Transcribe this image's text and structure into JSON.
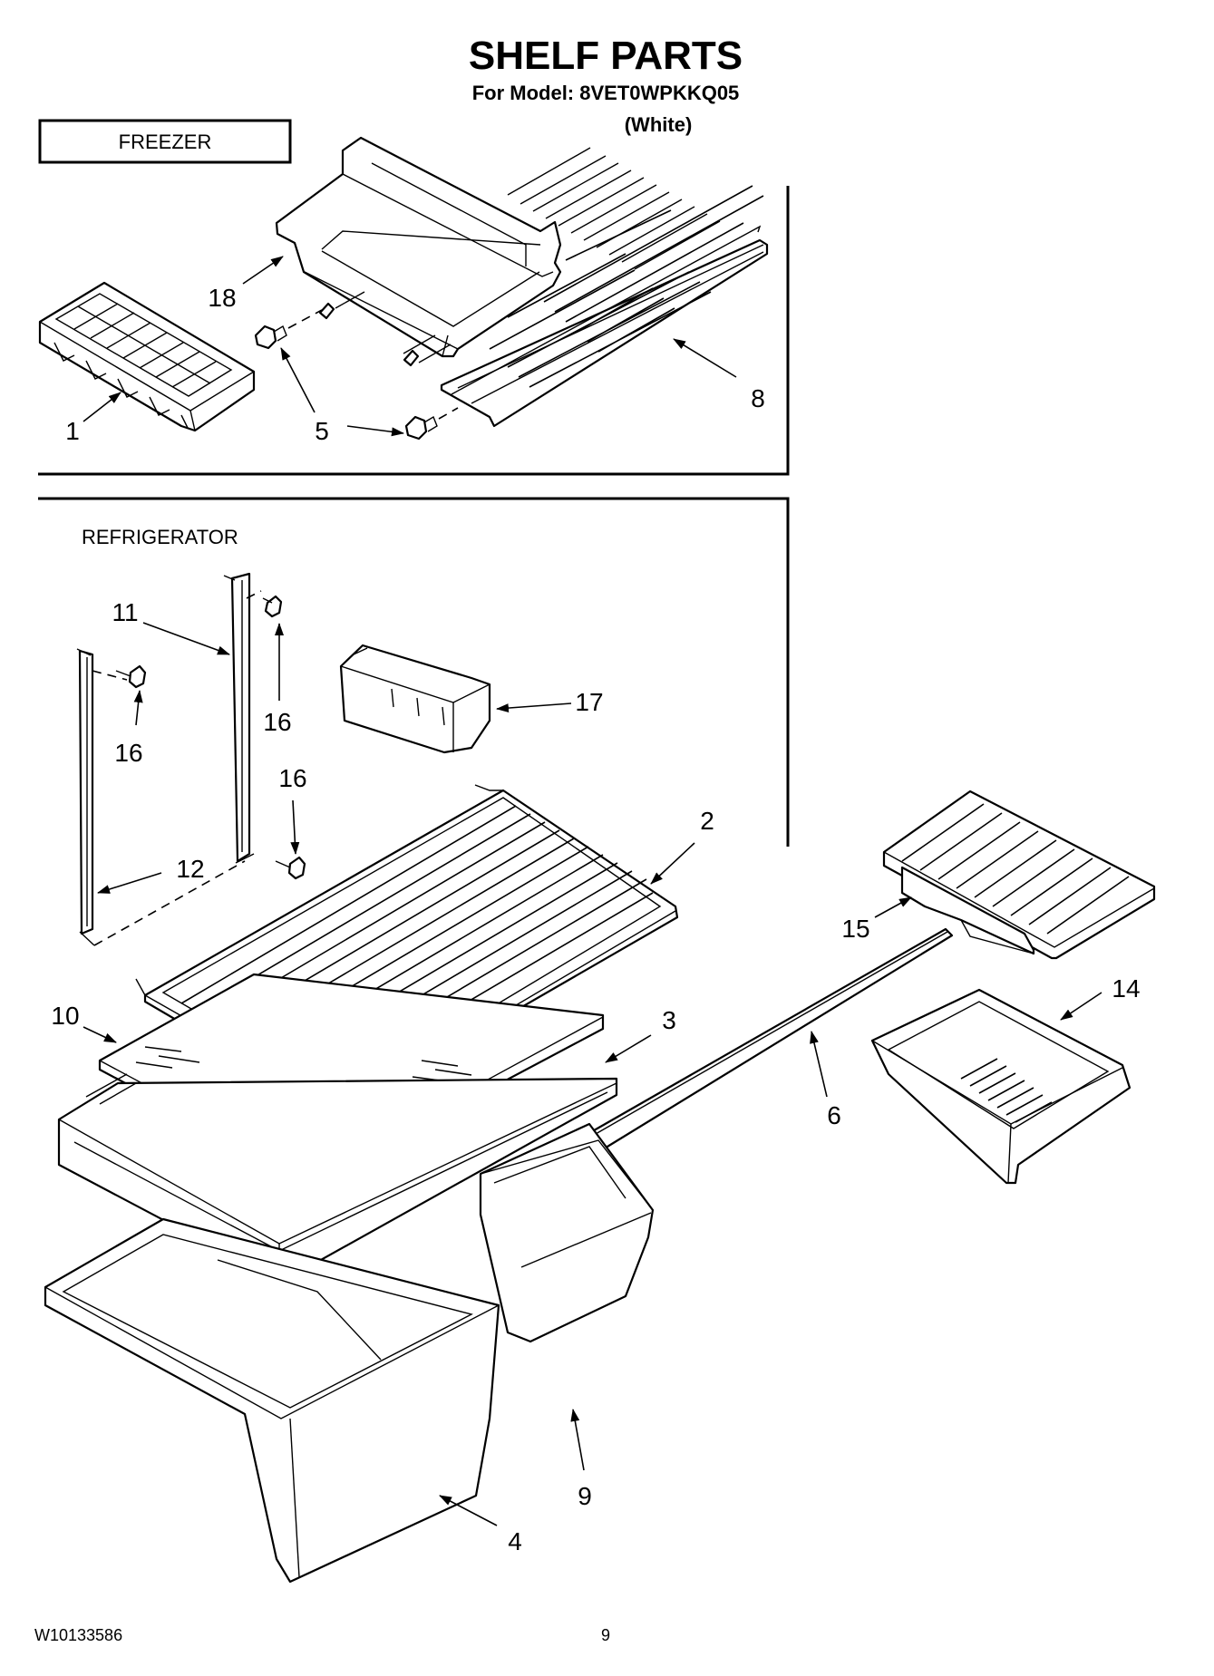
{
  "header": {
    "title": "SHELF PARTS",
    "model_line": "For Model: 8VET0WPKKQ05",
    "color_line": "(White)"
  },
  "sections": {
    "freezer_label": "FREEZER",
    "refrigerator_label": "REFRIGERATOR"
  },
  "callouts": {
    "c1": "1",
    "c5": "5",
    "c8": "8",
    "c18": "18",
    "c11": "11",
    "c16a": "16",
    "c16b": "16",
    "c16c": "16",
    "c17": "17",
    "c12": "12",
    "c2": "2",
    "c15": "15",
    "c14": "14",
    "c10": "10",
    "c3": "3",
    "c6": "6",
    "c9": "9",
    "c4": "4"
  },
  "footer": {
    "doc_number": "W10133586",
    "page_number": "9"
  }
}
